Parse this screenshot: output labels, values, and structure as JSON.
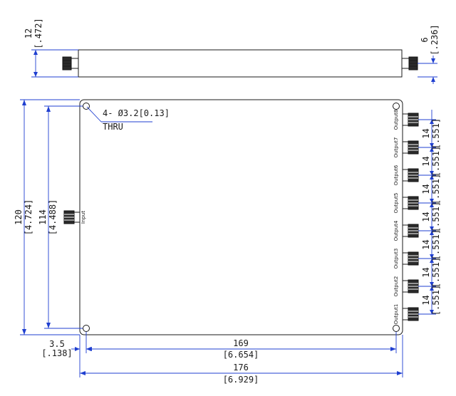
{
  "side_view": {
    "height": "12",
    "height_in": "[.472]",
    "offset": "6",
    "offset_in": "[.236]"
  },
  "top_view": {
    "hole_note": "4- Ø3.2[0.13]",
    "hole_note_2": "THRU",
    "overall_h": "120",
    "overall_h_in": "[4.724]",
    "hole_h": "114",
    "hole_h_in": "[4.488]",
    "edge_offset": "3.5",
    "edge_offset_in": "[.138]",
    "hole_w": "169",
    "hole_w_in": "[6.654]",
    "overall_w": "176",
    "overall_w_in": "[6.929]",
    "port_pitch": "14",
    "port_pitch_in": "[.551]",
    "input_label": "Input",
    "output_labels": [
      "Output8",
      "Output7",
      "Output6",
      "Output5",
      "Output4",
      "Output3",
      "Output2",
      "Output1"
    ]
  },
  "colors": {
    "dimension": "#1f3fd0",
    "outline": "#1a1a1a"
  }
}
